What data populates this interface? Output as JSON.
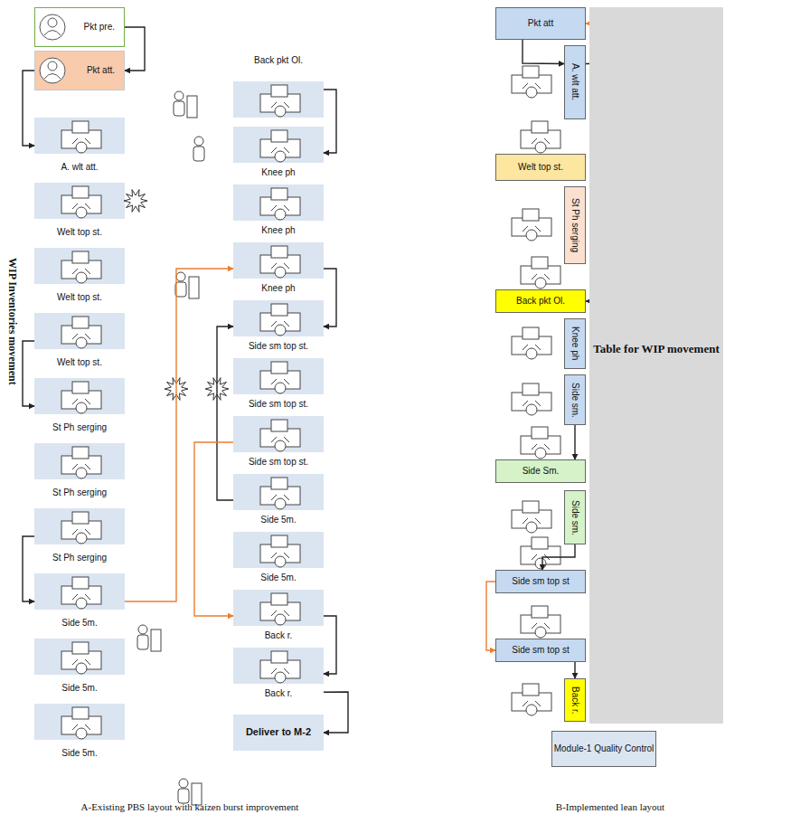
{
  "diagram": {
    "nodes": [
      {
        "text": [
          "Pkt pre."
        ]
      },
      {
        "text": [
          "Pkt att."
        ]
      },
      {
        "text": [
          "A. wlt att."
        ]
      },
      {
        "text": [
          "Welt top st."
        ]
      },
      {
        "text": [
          "Welt top st."
        ]
      },
      {
        "text": [
          "Welt top st."
        ]
      },
      {
        "text": [
          "St Ph serging"
        ]
      },
      {
        "text": [
          "St Ph serging"
        ]
      },
      {
        "text": [
          "St Ph serging"
        ]
      },
      {
        "text": [
          "Side 5m."
        ]
      },
      {
        "text": [
          "Side 5m."
        ]
      },
      {
        "text": [
          "Side 5m."
        ]
      },
      {
        "text": [
          "Back pkt Ol."
        ]
      },
      {
        "text": [
          "Knee ph"
        ]
      },
      {
        "text": [
          "Knee ph"
        ]
      },
      {
        "text": [
          "Knee ph"
        ]
      },
      {
        "text": [
          "Side sm top st."
        ]
      },
      {
        "text": [
          "Side sm top st."
        ]
      },
      {
        "text": [
          "Side sm top st."
        ]
      },
      {
        "text": [
          "Side 5m."
        ]
      },
      {
        "text": [
          "Side 5m."
        ]
      },
      {
        "text": [
          "Back r."
        ]
      },
      {
        "text": [
          "Back r."
        ]
      },
      {
        "text": [
          "Deliver to M-2"
        ]
      },
      {
        "text": [
          "Pkt att"
        ]
      },
      {
        "text": [
          "Pkt pre."
        ]
      },
      {
        "text": [
          "A. wlt att."
        ]
      },
      {
        "text": [
          "Welt top st."
        ]
      },
      {
        "text": [
          "Welt top st."
        ]
      },
      {
        "text": [
          "Welt top st."
        ]
      },
      {
        "text": [
          "St Ph serging"
        ]
      },
      {
        "text": [
          "St Ph serging"
        ]
      },
      {
        "text": [
          "St Ph serging"
        ]
      },
      {
        "text": [
          "Back pkt Ol."
        ]
      },
      {
        "text": [
          "Knee ph"
        ]
      },
      {
        "text": [
          "Knee ph"
        ]
      },
      {
        "text": [
          "Knee ph"
        ]
      },
      {
        "text": [
          "Side sm."
        ]
      },
      {
        "text": [
          "Side Sm."
        ]
      },
      {
        "text": [
          "Side Sm."
        ]
      },
      {
        "text": [
          "Side sm."
        ]
      },
      {
        "text": [
          "Side sm."
        ]
      },
      {
        "text": [
          "Side sm top st"
        ]
      },
      {
        "text": [
          "Side sm top st"
        ]
      },
      {
        "text": [
          "Back r."
        ]
      },
      {
        "text": [
          "Side sm top st"
        ]
      },
      {
        "text": [
          "Back r."
        ]
      },
      {
        "text": [
          "Table for WIP movement"
        ]
      },
      {
        "text": [
          "Module-1 Quality Control"
        ]
      }
    ],
    "edges": [
      {
        "from": 0,
        "to": 1,
        "arrow": "to"
      },
      {
        "from": 1,
        "to": 2,
        "arrow": "to"
      },
      {
        "from": 5,
        "to": 6,
        "arrow": "to"
      },
      {
        "from": 8,
        "to": 9,
        "arrow": "to"
      },
      {
        "from": 9,
        "to": 15,
        "arrow": "to"
      },
      {
        "from": 12,
        "to": 13,
        "arrow": "to"
      },
      {
        "from": 15,
        "to": 16,
        "arrow": "to"
      },
      {
        "from": 19,
        "to": 16,
        "arrow": "to"
      },
      {
        "from": 18,
        "to": 21,
        "arrow": "to"
      },
      {
        "from": 21,
        "to": 22,
        "arrow": "to"
      },
      {
        "from": 22,
        "to": 23,
        "arrow": "to"
      },
      {
        "from": 25,
        "to": 24,
        "arrow": "to"
      },
      {
        "from": 24,
        "to": 26,
        "arrow": "to"
      },
      {
        "from": 26,
        "to": 27,
        "arrow": "to"
      },
      {
        "from": 29,
        "to": 31,
        "arrow": "to"
      },
      {
        "from": 32,
        "to": 33,
        "arrow": "to"
      },
      {
        "from": 37,
        "to": 38,
        "arrow": "to"
      },
      {
        "from": 36,
        "to": 39,
        "arrow": "to"
      },
      {
        "from": 40,
        "to": 42,
        "arrow": "to"
      },
      {
        "from": 41,
        "to": 43,
        "arrow": "to"
      },
      {
        "from": 42,
        "to": 45,
        "arrow": "to"
      },
      {
        "from": 43,
        "to": 44,
        "arrow": "to"
      },
      {
        "from": 45,
        "to": 46,
        "arrow": "to"
      }
    ],
    "labels": [
      "WIP Inventories movement",
      "A-Existing PBS layout with kaizen burst improvement",
      "B-Implemented lean layout"
    ]
  }
}
